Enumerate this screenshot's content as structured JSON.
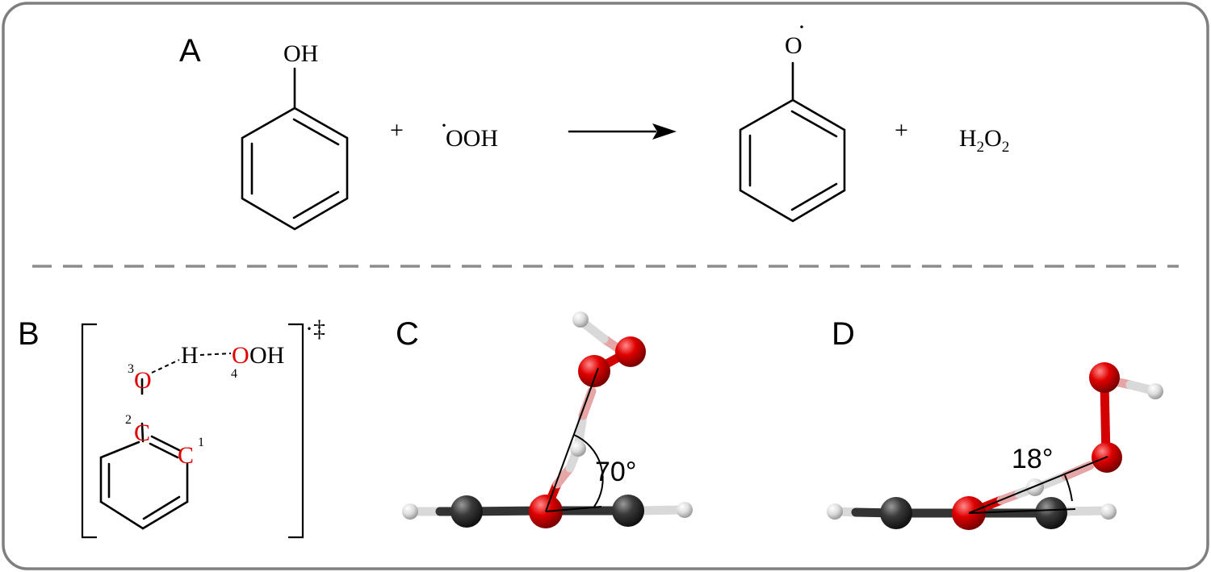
{
  "panels": {
    "a": {
      "label": "A",
      "phenol_oh": "OH",
      "plus_1": "+",
      "radical_dot_1": "·",
      "hydroperoxyl": "OOH",
      "phenoxy_o": "O",
      "radical_dot_2": "·",
      "plus_2": "+",
      "h2o2": {
        "h1": "H",
        "sub1": "2",
        "o": "O",
        "sub2": "2"
      }
    },
    "b": {
      "label": "B",
      "h": "H",
      "o4": "O",
      "oh": "OH",
      "o3": "O",
      "c2": "C",
      "c1": "C",
      "n1": "1",
      "n2": "2",
      "n3": "3",
      "n4": "4",
      "ts_mark": "·‡"
    },
    "c": {
      "label": "C",
      "angle_label": "70°",
      "angle_deg": 70
    },
    "d": {
      "label": "D",
      "angle_label": "18°",
      "angle_deg": 18
    }
  },
  "colors": {
    "oxygen": "#d40000",
    "carbon": "#333333",
    "hydrogen": "#d9d9d9",
    "highlight_atom_text": "#e00000",
    "frame": "#7f7f7f"
  }
}
